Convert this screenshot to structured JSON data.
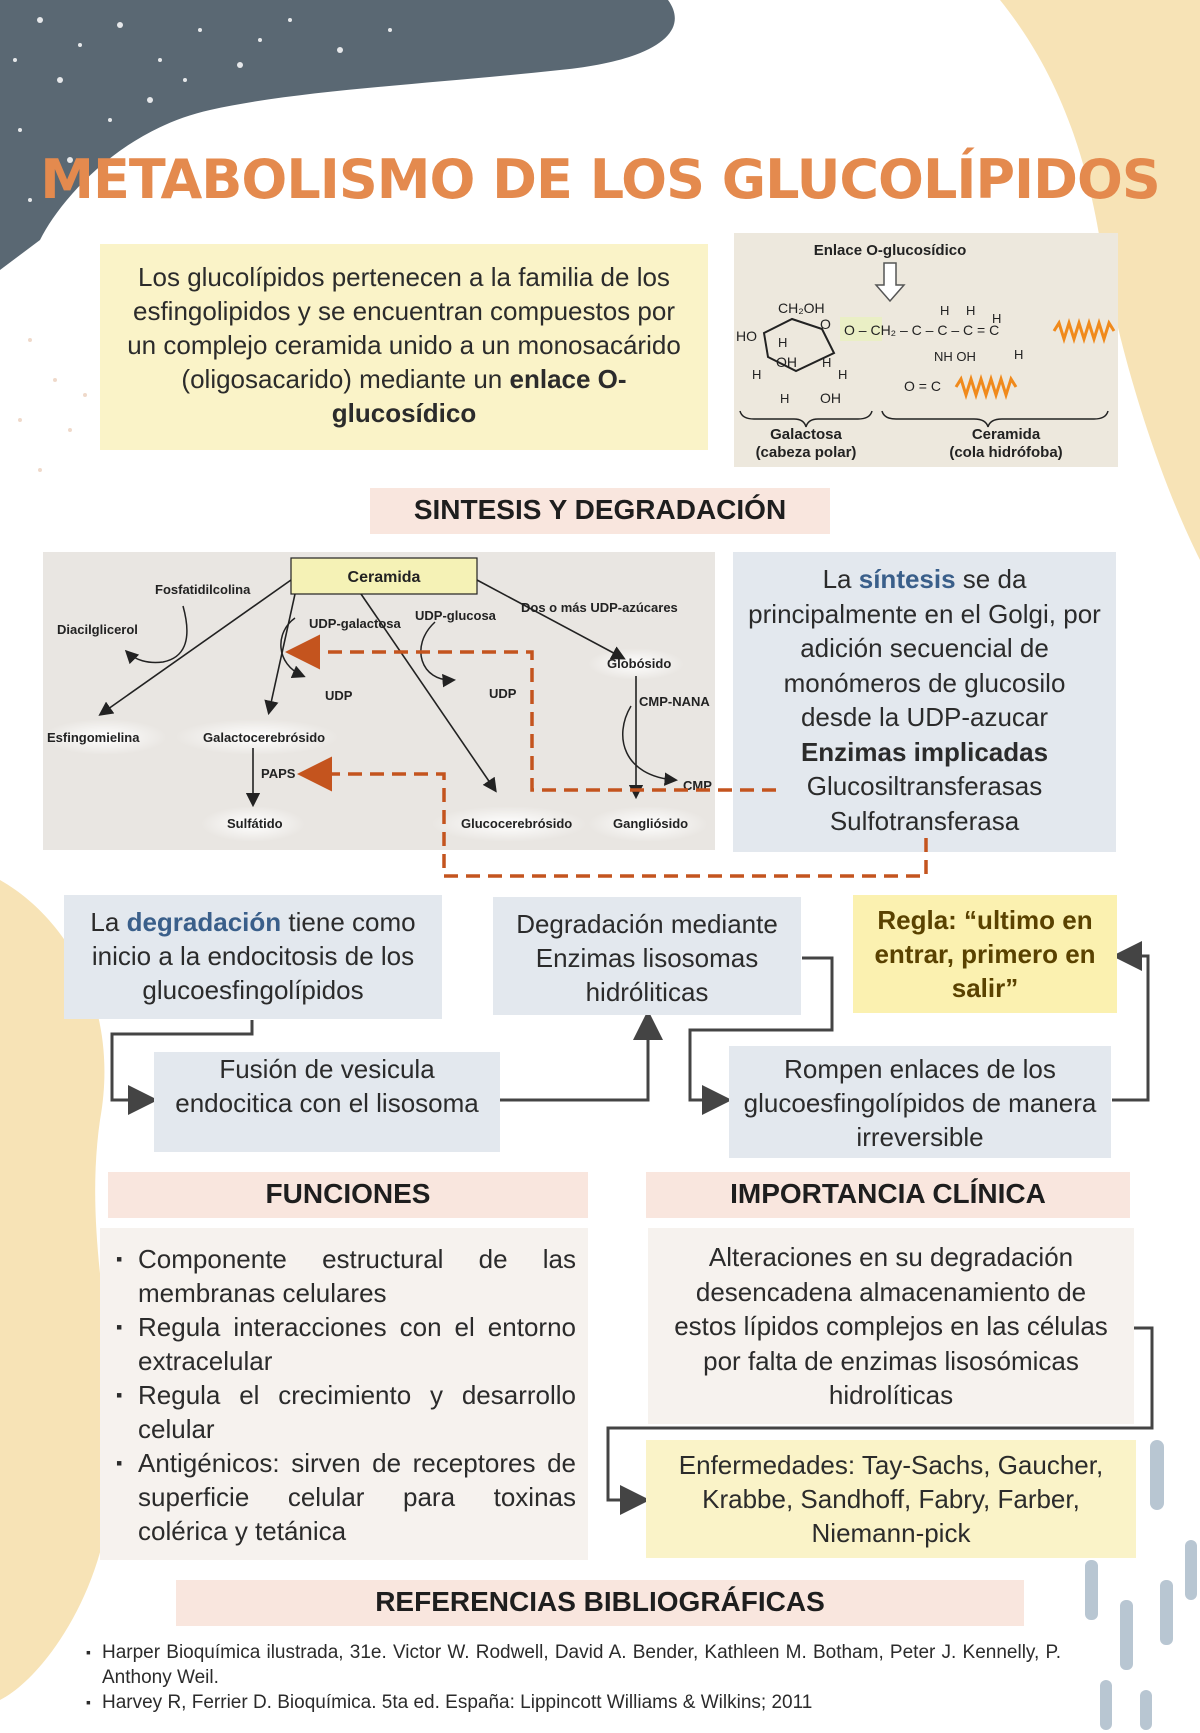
{
  "title": "METABOLISMO DE LOS GLUCOLÍPIDOS",
  "intro": {
    "text_before": "Los glucolípidos pertenecen a la familia de los esfingolipidos y se encuentran compuestos por un complejo ceramida unido a un monosacárido (oligosacarido) mediante un ",
    "bold": "enlace O-glucosídico"
  },
  "structure_figure": {
    "label_top": "Enlace O-glucosídico",
    "label_galactosa": "Galactosa",
    "label_galactosa_sub": "(cabeza polar)",
    "label_ceramida": "Ceramida",
    "label_ceramida_sub": "(cola hidrófoba)",
    "atoms": {
      "ch2oh": "CH₂OH",
      "ho": "HO",
      "h": "H",
      "oh": "OH",
      "o": "O",
      "chain": "O – CH₂ – C – C – C = C",
      "nh_oh": "NH OH",
      "oc": "O = C"
    }
  },
  "section_synthesis": "SINTESIS Y DEGRADACIÓN",
  "pathway": {
    "ceramida": "Ceramida",
    "fosfatidilcolina": "Fosfatidilcolina",
    "diacilglicerol": "Diacilglicerol",
    "esfingomielina": "Esfingomielina",
    "udp_galactosa": "UDP-galactosa",
    "udp_glucosa": "UDP-glucosa",
    "dos_udp": "Dos o más UDP-azúcares",
    "udp1": "UDP",
    "udp2": "UDP",
    "globosido": "Globósido",
    "cmp_nana": "CMP-NANA",
    "cmp": "CMP",
    "galactocerebrosido": "Galactocerebrósido",
    "paps": "PAPS",
    "sulfatido": "Sulfátido",
    "glucocerebrosido": "Glucocerebrósido",
    "gangliosido": "Gangliósido"
  },
  "synthesis_box": {
    "p1": "La ",
    "kw": "síntesis",
    "p2": " se da principalmente en el Golgi, por adición secuencial de monómeros de glucosilo desde la UDP-azucar",
    "enzymes_title": "Enzimas implicadas",
    "enzyme1": "Glucosiltransferasas",
    "enzyme2": "Sulfotransferasa"
  },
  "degradation_box": {
    "p1": "La ",
    "kw": "degradación",
    "p2": " tiene como inicio a la endocitosis de los glucoesfingolípidos"
  },
  "fusion_box": "Fusión de vesicula endocitica con el lisosoma",
  "enzymes_box": "Degradación mediante Enzimas lisosomas hidróliticas",
  "rompen_box": "Rompen enlaces de los glucoesfingolípidos de manera irreversible",
  "rule_box": "Regla: “ultimo en entrar, primero en salir”",
  "section_funciones": "FUNCIONES",
  "funciones": [
    "Componente estructural de las membranas celulares",
    "Regula interacciones con el entorno extracelular",
    "Regula el crecimiento y desarrollo celular",
    "Antigénicos: sirven de receptores de superficie celular para toxinas colérica y tetánica"
  ],
  "section_clinica": "IMPORTANCIA CLÍNICA",
  "clinica_text": "Alteraciones en su degradación desencadena almacenamiento de estos lípidos complejos en las células por falta de enzimas lisosómicas hidrolíticas",
  "enfermedades": "Enfermedades: Tay-Sachs, Gaucher, Krabbe, Sandhoff, Fabry, Farber, Niemann-pick",
  "section_refs": "REFERENCIAS BIBLIOGRÁFICAS",
  "refs": [
    "Harper Bioquímica ilustrada, 31e. Victor W. Rodwell, David A. Bender, Kathleen M. Botham, Peter J. Kennelly, P. Anthony Weil.",
    "Harvey R, Ferrier D. Bioquímica. 5ta ed. España: Lippincott Williams & Wilkins; 2011"
  ],
  "colors": {
    "title": "#e48a4e",
    "dark_blob": "#5a6873",
    "cream_blob": "#f7e3b6",
    "arrow_orange": "#c4541e",
    "keyword_blue": "#3a5f8a"
  }
}
